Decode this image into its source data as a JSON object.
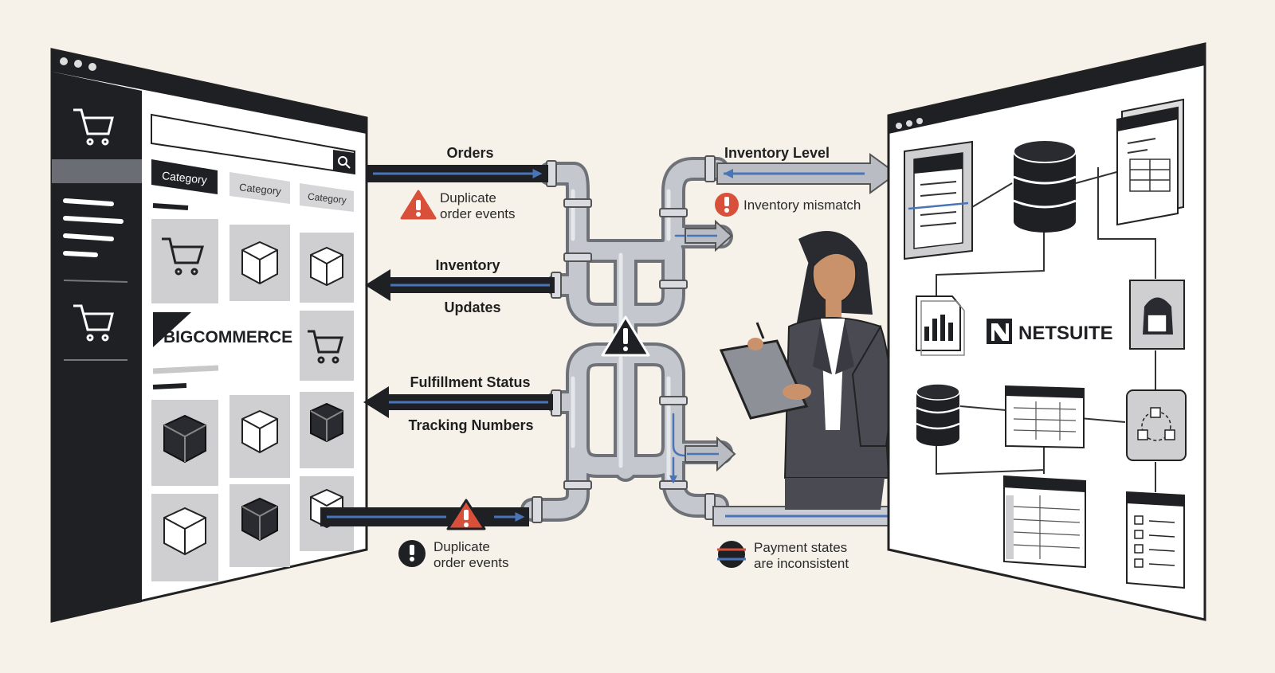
{
  "left_app": {
    "brand": "BIGCOMMERCE",
    "categories": [
      "Category",
      "Category",
      "Category"
    ]
  },
  "right_app": {
    "brand": "NETSUITE"
  },
  "flows": {
    "orders": "Orders",
    "inventory_line1": "Inventory",
    "inventory_line2": "Updates",
    "fulfillment_line1": "Fulfillment Status",
    "fulfillment_line2": "Tracking Numbers",
    "inventory_level": "Inventory Level"
  },
  "alerts": {
    "duplicate_top_line1": "Duplicate",
    "duplicate_top_line2": "order events",
    "inventory_mismatch": "Inventory mismatch",
    "duplicate_bottom_line1": "Duplicate",
    "duplicate_bottom_line2": "order events",
    "payment_line1": "Payment states",
    "payment_line2": "are inconsistent"
  },
  "colors": {
    "ink": "#1f2024",
    "pipe": "#b9bcc3",
    "flow_blue": "#4a74b8",
    "warning_red": "#d9503a",
    "background": "#f7f2e9"
  }
}
